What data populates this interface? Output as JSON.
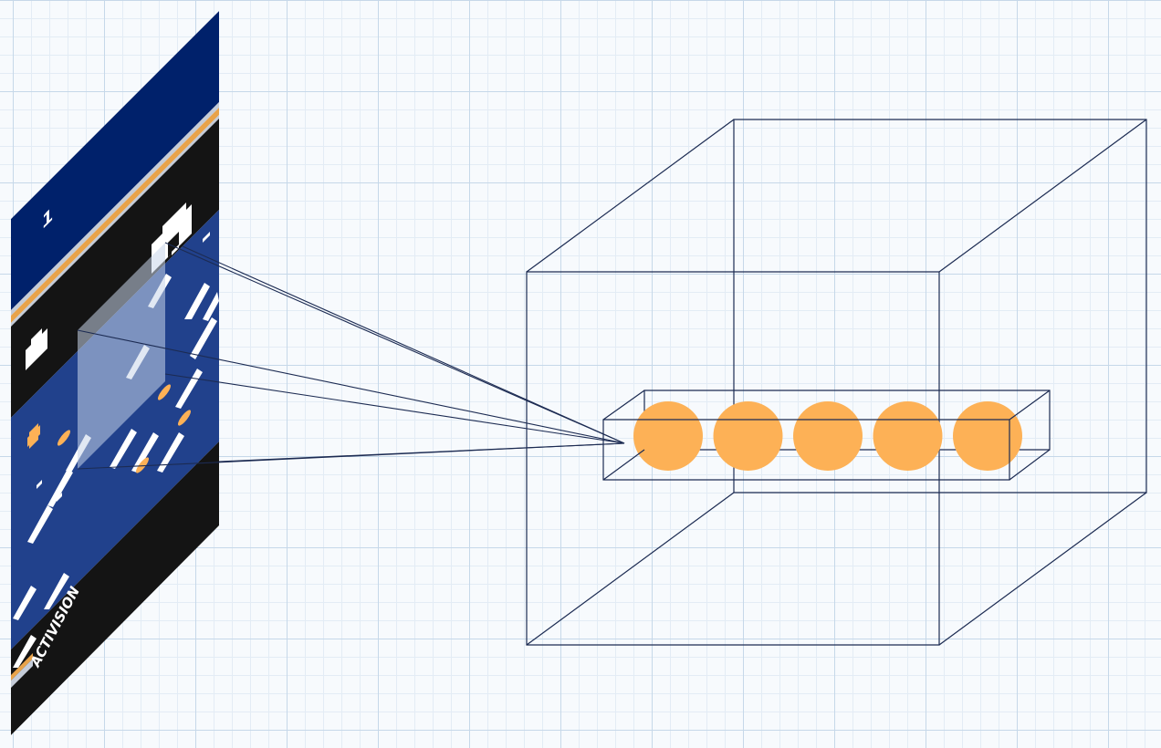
{
  "game_frame": {
    "score": "1",
    "logo": "ACTIVISION"
  },
  "layer": {
    "units": 5
  },
  "colors": {
    "sky": "#00216b",
    "band": "#141414",
    "water": "#21418c",
    "stripe_orange": "#e8a34a",
    "stripe_light": "#c5ccd8",
    "receptive_field": "#c8d5ea",
    "line": "#1c2b52",
    "unit": "#fdb156",
    "ice": "#ffffff"
  }
}
